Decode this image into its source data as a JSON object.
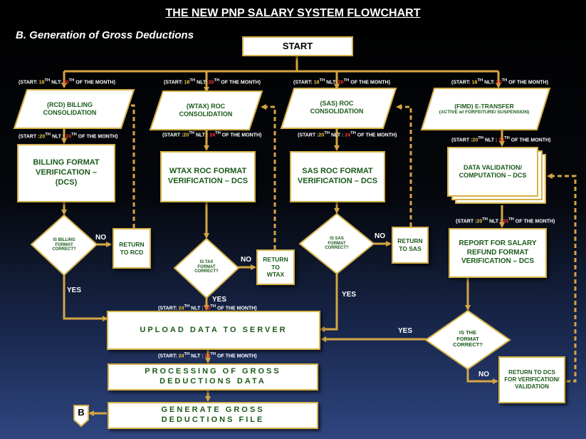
{
  "title": "THE NEW PNP SALARY SYSTEM FLOWCHART",
  "subtitle": "B. Generation of Gross Deductions",
  "start": "START",
  "inputs": [
    {
      "label": "(RCD) BILLING CONSOLIDATION",
      "sub": ""
    },
    {
      "label": "(WTAX) ROC CONSOLIDATION",
      "sub": ""
    },
    {
      "label": "(SAS) ROC CONSOLIDATION",
      "sub": ""
    },
    {
      "label": "(FIMD) E-TRANSFER",
      "sub": "(ACTIVE w/ FORFEITURE/ SUSPENSION)"
    }
  ],
  "verify": [
    "BILLING FORMAT VERIFICATION – (DCS)",
    "WTAX ROC FORMAT VERIFICATION – DCS",
    "SAS ROC FORMAT VERIFICATION – DCS",
    "DATA VALIDATION/ COMPUTATION – DCS"
  ],
  "report_box": "REPORT FOR SALARY REFUND FORMAT VERIFICATION – DCS",
  "decisions": [
    "IS BILLING FORMAT CORRECT?",
    "IS TAX FORMAT CORRECT?",
    "IS SAS FORMAT CORRECT?",
    "IS THE FORMAT CORRECT?"
  ],
  "returns": [
    "RETURN TO RCD",
    "RETURN TO WTAX",
    "RETURN TO SAS",
    "RETURN TO DCS FOR VERIFICATION/ VALIDATION"
  ],
  "yes": "YES",
  "no": "NO",
  "upload": "UPLOAD DATA TO SERVER",
  "processing": "PROCESSING OF GROSS DEDUCTIONS DATA",
  "generate": "GENERATE GROSS DEDUCTIONS FILE",
  "connector": "B",
  "timing": {
    "start18": {
      "a": "(START: ",
      "b": "18",
      "c": "TH",
      "d": " NLT: ",
      "e": "20",
      "f": "TH",
      "g": " OF THE MONTH)"
    },
    "start20": {
      "a": "(START :",
      "b": "20",
      "c": "TH",
      "d": " NLT : ",
      "e": "24",
      "f": "TH",
      "g": " OF THE MONTH)"
    },
    "start24": {
      "a": "(START: ",
      "b": "24",
      "c": "TH",
      "d": " NLT : ",
      "e": "25",
      "f": "TH",
      "g": " OF THE MONTH)"
    }
  },
  "colors": {
    "border": "#d4b24a",
    "line": "#d4a542",
    "text_green": "#1a5a1a",
    "nlt_red": "#ff3b2a"
  }
}
